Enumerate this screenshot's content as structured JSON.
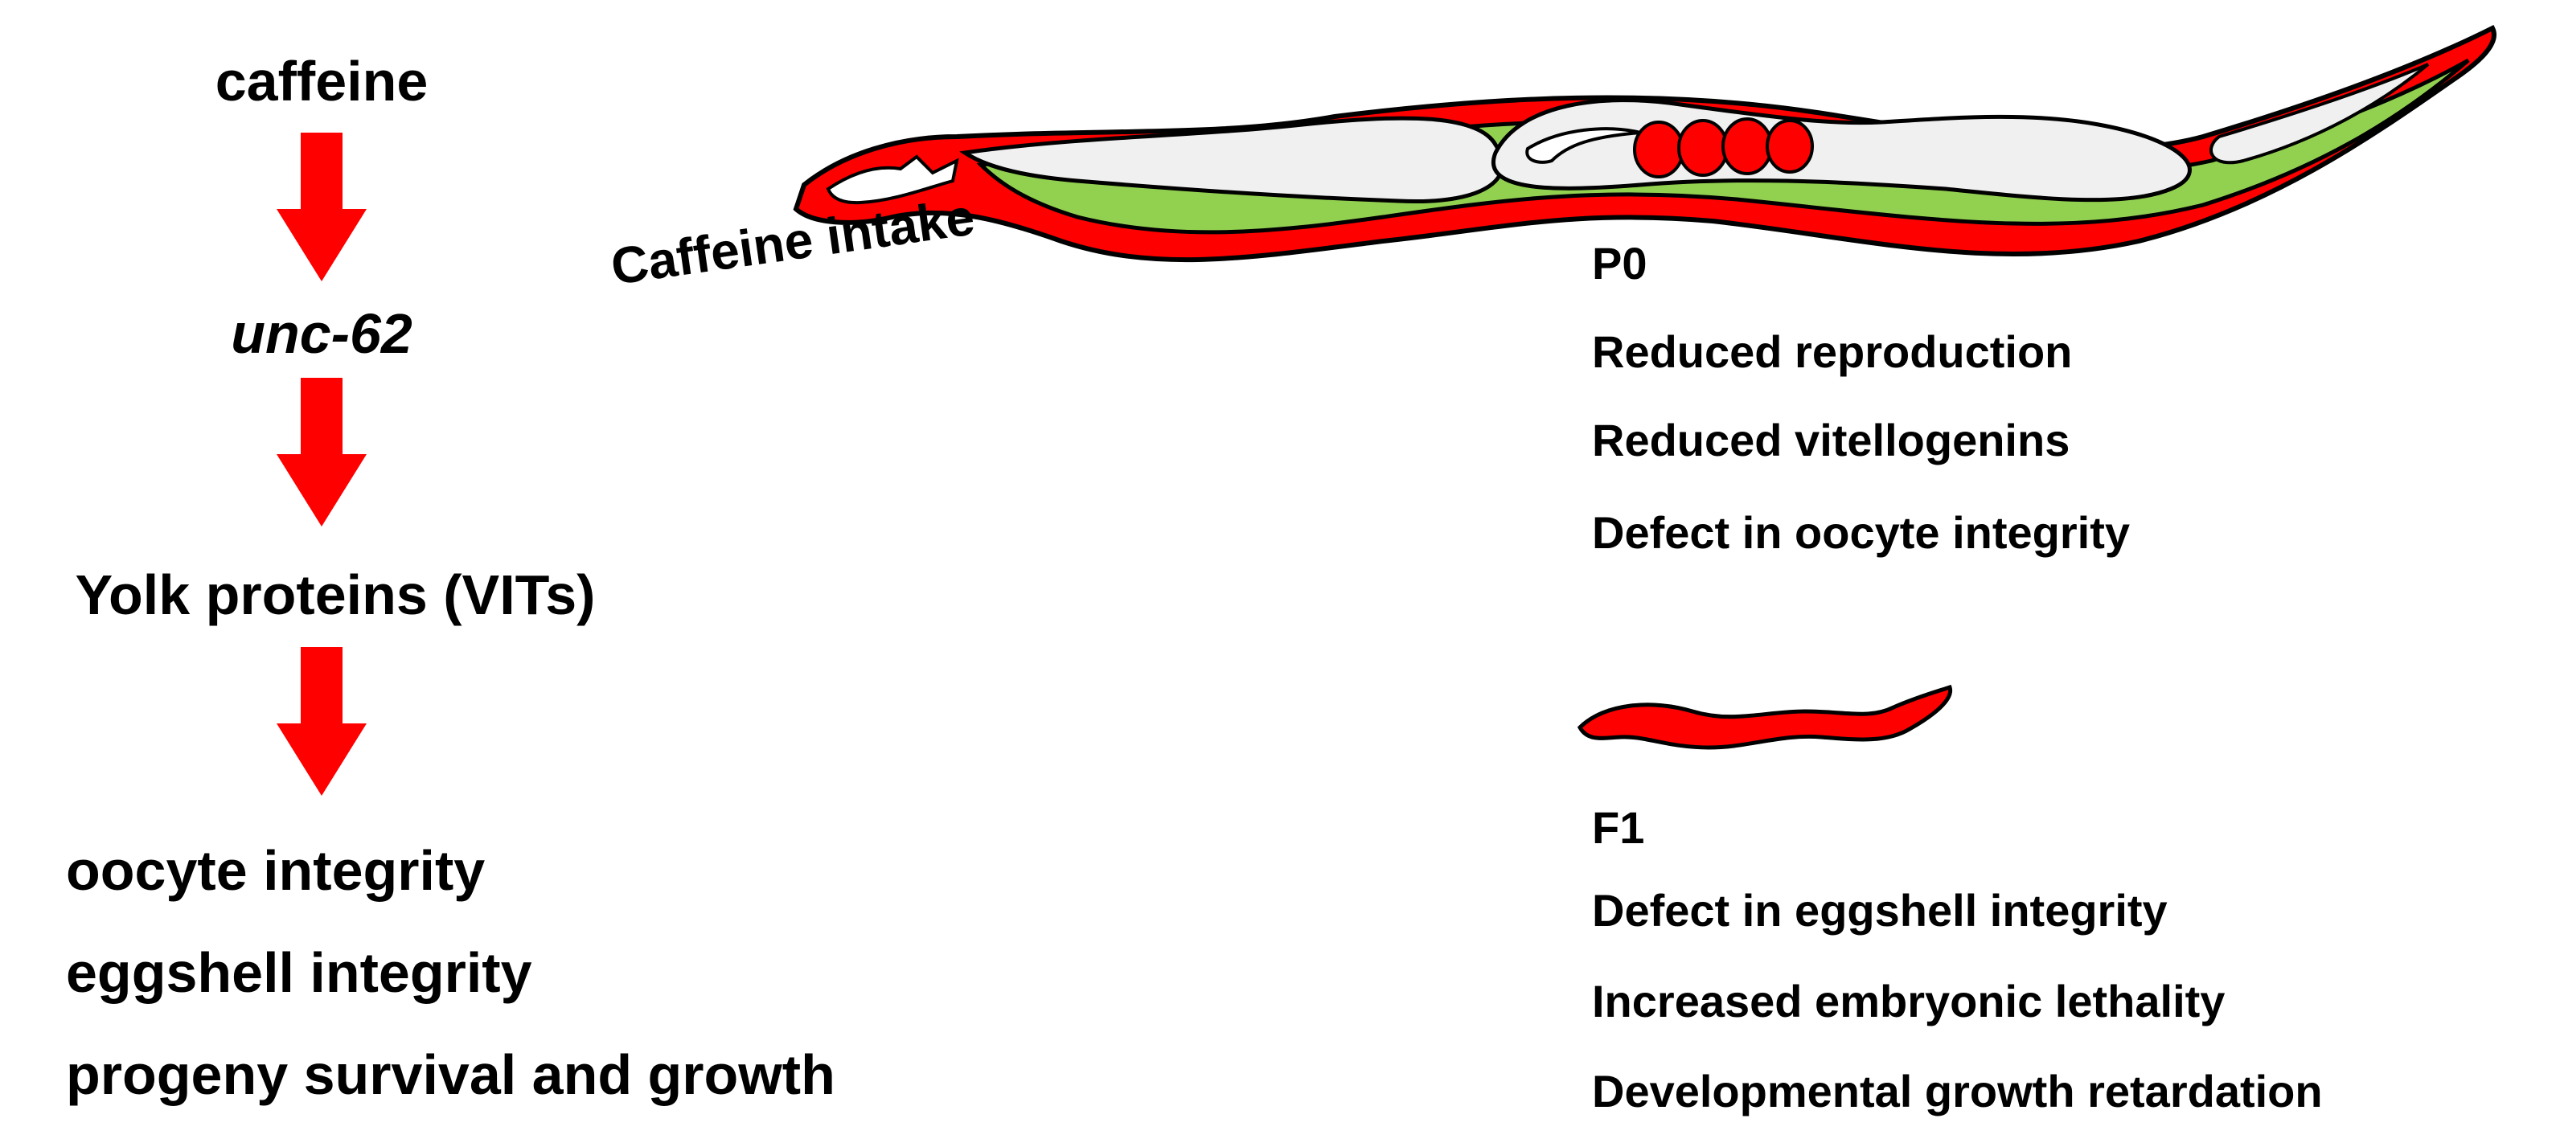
{
  "colors": {
    "arrow": "#ff0000",
    "worm_outline": "#000000",
    "worm_body": "#ff0000",
    "worm_tissue": "#92d050",
    "worm_gut": "#f0f0f0",
    "text": "#000000"
  },
  "pathway": {
    "nodes": [
      {
        "label": "caffeine",
        "style": "normal"
      },
      {
        "label": "unc-62",
        "style": "italic"
      },
      {
        "label": "Yolk proteins (VITs)",
        "style": "normal"
      }
    ],
    "outcomes": [
      "oocyte integrity",
      "eggshell integrity",
      "progeny survival and growth"
    ]
  },
  "p0": {
    "annotation": "Caffeine intake",
    "label": "P0",
    "effects": [
      "Reduced reproduction",
      "Reduced vitellogenins",
      "Defect in oocyte integrity"
    ]
  },
  "f1": {
    "label": "F1",
    "effects": [
      "Defect in eggshell integrity",
      "Increased embryonic lethality",
      "Developmental growth retardation"
    ]
  }
}
